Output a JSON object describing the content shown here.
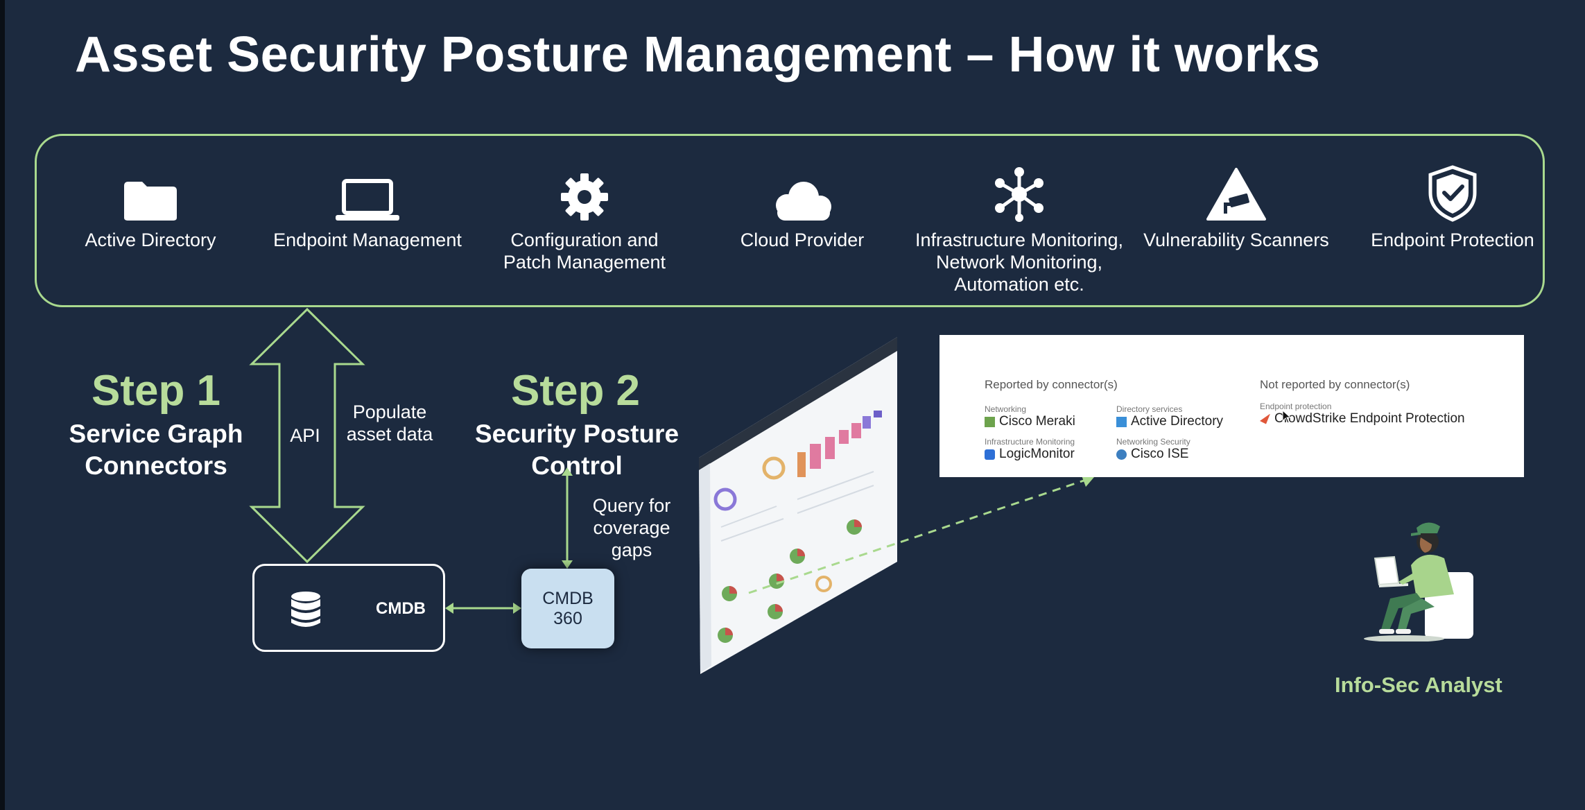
{
  "title": "Asset Security Posture Management – How it works",
  "sources": [
    {
      "icon": "folder-icon",
      "label": "Active Directory"
    },
    {
      "icon": "laptop-icon",
      "label": "Endpoint Management"
    },
    {
      "icon": "gear-icon",
      "label": "Configuration and Patch Management"
    },
    {
      "icon": "cloud-icon",
      "label": "Cloud Provider"
    },
    {
      "icon": "network-hub-icon",
      "label": "Infrastructure Monitoring, Network Monitoring, Automation etc."
    },
    {
      "icon": "warning-camera-icon",
      "label": "Vulnerability Scanners"
    },
    {
      "icon": "shield-check-icon",
      "label": "Endpoint Protection"
    }
  ],
  "step1": {
    "heading": "Step 1",
    "subtitle": "Service Graph Connectors"
  },
  "step2": {
    "heading": "Step 2",
    "subtitle": "Security Posture Control"
  },
  "arrow_labels": {
    "api": "API",
    "populate": "Populate asset data",
    "query": "Query for coverage gaps"
  },
  "cmdb": {
    "label": "CMDB",
    "icon": "database-icon"
  },
  "cmdb360": {
    "label": "CMDB 360"
  },
  "panel": {
    "reported_heading": "Reported by connector(s)",
    "not_reported_heading": "Not reported by connector(s)",
    "reported": [
      {
        "category": "Networking",
        "value": "Cisco Meraki",
        "icon": "meraki-icon"
      },
      {
        "category": "Directory services",
        "value": "Active Directory",
        "icon": "windows-icon"
      },
      {
        "category": "Infrastructure Monitoring",
        "value": "LogicMonitor",
        "icon": "logicmonitor-icon"
      },
      {
        "category": "Networking Security",
        "value": "Cisco ISE",
        "icon": "cisco-ise-icon"
      }
    ],
    "not_reported": [
      {
        "category": "Endpoint protection",
        "value": "CrowdStrike Endpoint Protection",
        "icon": "crowdstrike-icon"
      }
    ]
  },
  "analyst_label": "Info-Sec Analyst",
  "colors": {
    "background": "#1c2a3f",
    "accent": "#b8dc9b",
    "box_border": "#a9d98e",
    "cmdb360_fill": "#c9dff0"
  }
}
